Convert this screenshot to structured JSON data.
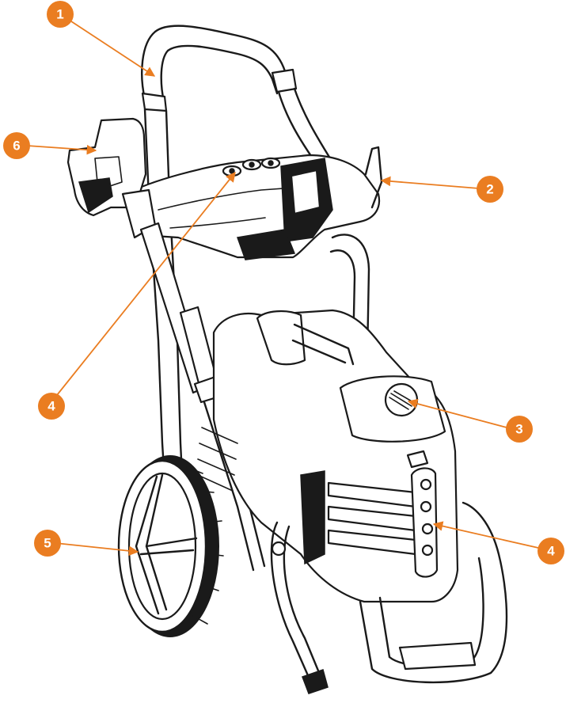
{
  "accent_color": "#ea7d21",
  "callouts": [
    {
      "id": "c1",
      "label": "1"
    },
    {
      "id": "c2",
      "label": "2"
    },
    {
      "id": "c3",
      "label": "3"
    },
    {
      "id": "c4a",
      "label": "4"
    },
    {
      "id": "c4b",
      "label": "4"
    },
    {
      "id": "c5",
      "label": "5"
    },
    {
      "id": "c6",
      "label": "6"
    }
  ]
}
